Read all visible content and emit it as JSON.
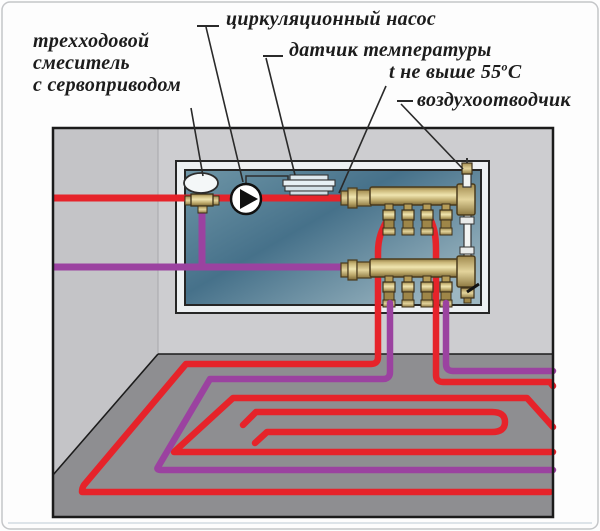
{
  "labels": {
    "mixer_line1": "трехходовой",
    "mixer_line2": "смеситель",
    "mixer_line3": "с сервоприводом",
    "pump": "циркуляционный насос",
    "temp_sensor": "датчик температуры",
    "temp_limit_prefix": "t не выше 55",
    "temp_limit_degree": "о",
    "temp_limit_unit": "С",
    "air_vent": "воздухоотводчик"
  },
  "colors": {
    "supply_pipe": "#e6232a",
    "return_pipe": "#9b42a0",
    "brass": "#d8c893",
    "cabinet_teal": "#44708a",
    "wall": "#cdcdd0",
    "wall_left": "#c4c4c7",
    "floor": "#8e8e91",
    "outline": "#1c1c1c"
  }
}
